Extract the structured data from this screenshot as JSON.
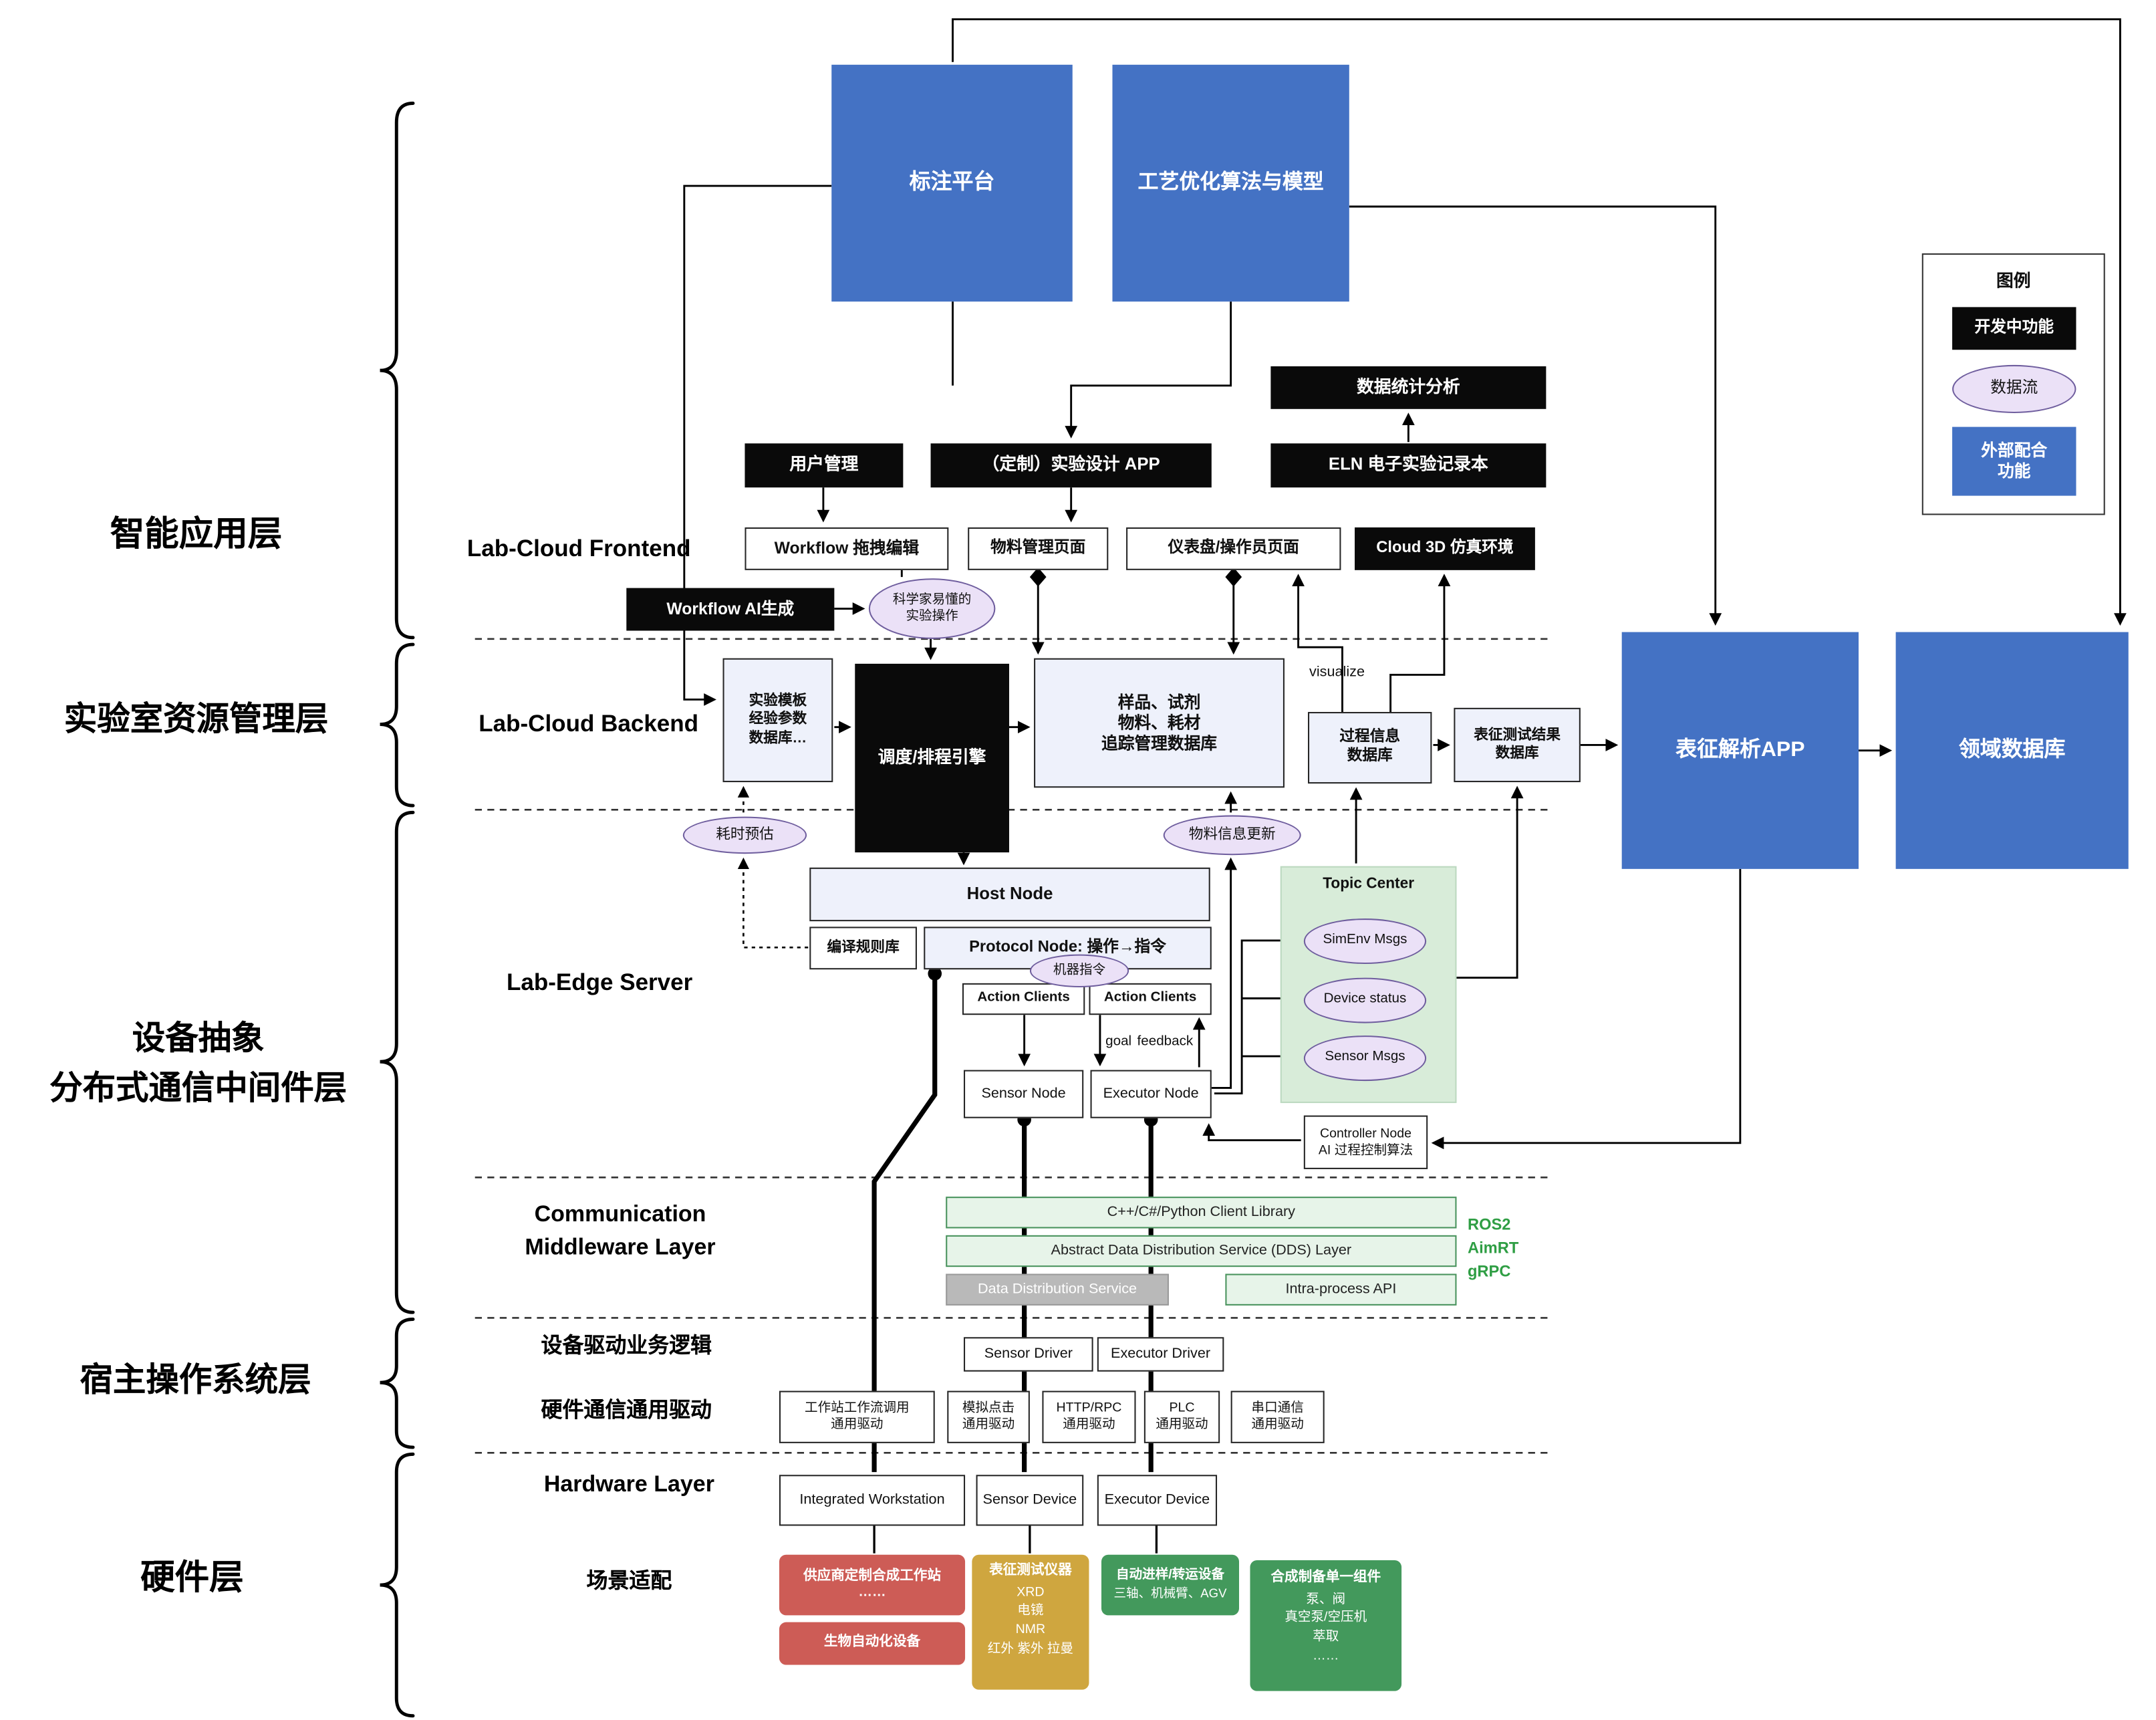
{
  "colors": {
    "accent_blue": "#4472c4",
    "developing_black": "#0a0a0a",
    "data_flow_purple": "#ebe1f7",
    "topic_green": "#d8ecd9",
    "comm_green": "#e7f4e9",
    "dds_gray": "#b9b9b9",
    "hardware_red": "#cd5c56",
    "hardware_gold": "#cfa63f",
    "hardware_green": "#43995c",
    "protocol_green_text": "#2f9e44"
  },
  "layer_labels": {
    "app": "智能应用层",
    "resource": "实验室资源管理层",
    "middleware": "设备抽象\n分布式通信中间件层",
    "host_os": "宿主操作系统层",
    "hardware": "硬件层"
  },
  "section_labels": {
    "frontend": "Lab-Cloud Frontend",
    "backend": "Lab-Cloud Backend",
    "edge_server": "Lab-Edge Server",
    "comm_middleware": "Communication\nMiddleware Layer",
    "driver_logic": "设备驱动业务逻辑",
    "hw_comm_driver": "硬件通信通用驱动",
    "hardware_layer": "Hardware Layer",
    "scene_fit": "场景适配"
  },
  "legend": {
    "title": "图例",
    "in_development": "开发中功能",
    "data_flow": "数据流",
    "external": "外部配合\n功能"
  },
  "labels": {
    "visualize": "visualize",
    "goal": "goal",
    "feedback": "feedback"
  },
  "nodes": {
    "annotation_platform": "标注平台",
    "process_model": "工艺优化算法与模型",
    "data_stats": "数据统计分析",
    "user_mgmt": "用户管理",
    "custom_design_app": "（定制）实验设计 APP",
    "eln": "ELN 电子实验记录本",
    "workflow_editor": "Workflow 拖拽编辑",
    "material_page": "物料管理页面",
    "dashboard_page": "仪表盘/操作员页面",
    "cloud_3d": "Cloud 3D 仿真环境",
    "workflow_ai": "Workflow AI生成",
    "sci_friendly_ops": "科学家易懂的\n实验操作",
    "exp_template_db": "实验模板\n经验参数\n数据库…",
    "scheduler": "调度/排程引擎",
    "sample_tracking_db": "样品、试剂\n物料、耗材\n追踪管理数据库",
    "process_info_db": "过程信息\n数据库",
    "char_result_db": "表征测试结果\n数据库",
    "char_analysis_app": "表征解析APP",
    "domain_db": "领域数据库",
    "time_estimation": "耗时预估",
    "material_info_update": "物料信息更新",
    "host_node": "Host Node",
    "compile_rule_lib": "编译规则库",
    "protocol_node": "Protocol Node: 操作→指令",
    "machine_cmd": "机器指令",
    "action_clients_left": "Action Clients",
    "action_clients_right": "Action Clients",
    "topic_center": "Topic Center",
    "simenv_msgs": "SimEnv Msgs",
    "device_status": "Device status",
    "sensor_msgs": "Sensor Msgs",
    "sensor_node": "Sensor Node",
    "executor_node": "Executor Node",
    "controller_node": "Controller Node\nAI 过程控制算法",
    "client_library": "C++/C#/Python Client Library",
    "dds_abstract_layer": "Abstract Data Distribution Service (DDS) Layer",
    "dds_service": "Data Distribution Service",
    "intra_process_api": "Intra-process API",
    "ros2": "ROS2",
    "aimrt": "AimRT",
    "grpc": "gRPC",
    "sensor_driver": "Sensor Driver",
    "executor_driver": "Executor Driver",
    "ws_flow_driver": "工作站工作流调用\n通用驱动",
    "sim_click_driver": "模拟点击\n通用驱动",
    "http_rpc_driver": "HTTP/RPC\n通用驱动",
    "plc_driver": "PLC\n通用驱动",
    "serial_driver": "串口通信\n通用驱动",
    "integrated_workstation": "Integrated Workstation",
    "sensor_device": "Sensor Device",
    "executor_device": "Executor Device",
    "vendor_workstation": "供应商定制合成工作站\n……",
    "bio_automation": "生物自动化设备",
    "char_instruments_title": "表征测试仪器",
    "char_instruments_items": "XRD\n电镜\nNMR\n红外 紫外 拉曼",
    "transfer_title": "自动进样/转运设备",
    "transfer_items": "三轴、机械臂、AGV",
    "synthesis_title": "合成制备单一组件",
    "synthesis_items": "泵、阀\n真空泵/空压机\n萃取\n……"
  }
}
